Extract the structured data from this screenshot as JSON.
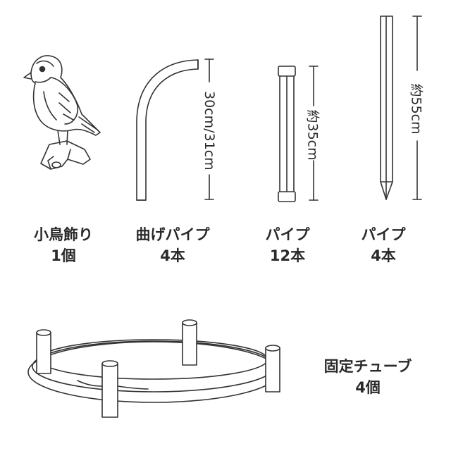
{
  "parts": [
    {
      "name": "小鳥飾り",
      "qty": "1個"
    },
    {
      "name": "曲げパイプ",
      "qty": "4本",
      "dimension": "30cm/31cm"
    },
    {
      "name": "パイプ",
      "qty": "12本",
      "dimension": "約35cm"
    },
    {
      "name": "パイプ",
      "qty": "4本",
      "dimension": "約55cm"
    },
    {
      "name": "固定チューブ",
      "qty": "4個"
    }
  ]
}
